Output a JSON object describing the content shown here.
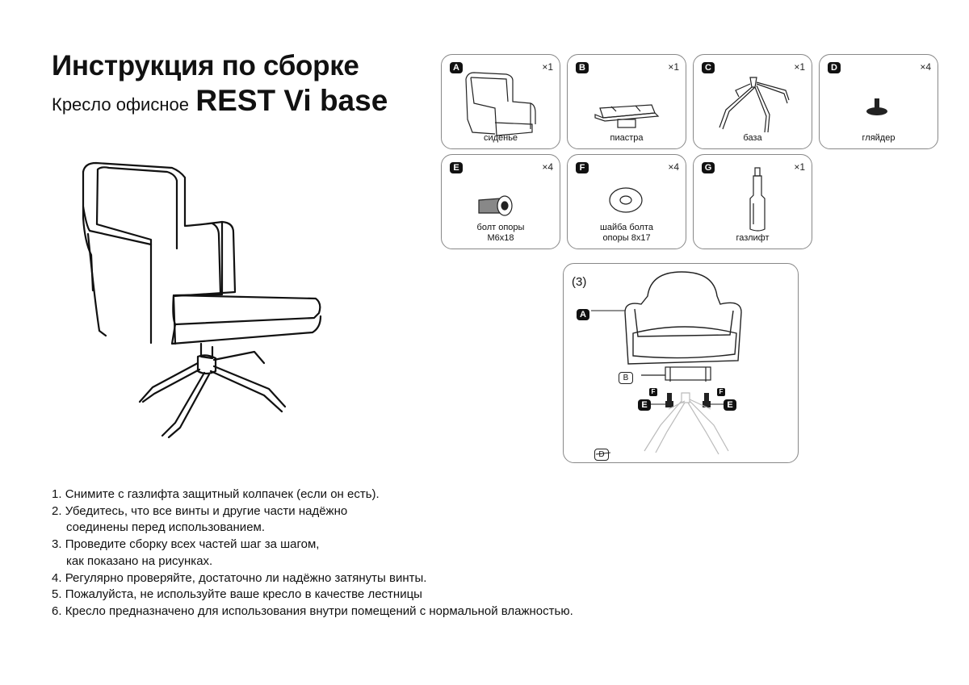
{
  "header": {
    "title": "Инструкция по сборке",
    "subtitle": "Кресло офисное",
    "model": "REST Vi base"
  },
  "parts": [
    {
      "letter": "A",
      "qty": "×1",
      "label": "сиденье",
      "icon": "seat-icon"
    },
    {
      "letter": "B",
      "qty": "×1",
      "label": "пиастра",
      "icon": "plate-icon"
    },
    {
      "letter": "C",
      "qty": "×1",
      "label": "база",
      "icon": "base-icon"
    },
    {
      "letter": "D",
      "qty": "×4",
      "label": "гляйдер",
      "icon": "glider-icon"
    },
    {
      "letter": "E",
      "qty": "×4",
      "label": "болт опоры\nМ6х18",
      "icon": "bolt-icon"
    },
    {
      "letter": "F",
      "qty": "×4",
      "label": "шайба болта\nопоры 8х17",
      "icon": "washer-icon"
    },
    {
      "letter": "G",
      "qty": "×1",
      "label": "газлифт",
      "icon": "gaslift-icon"
    }
  ],
  "step": {
    "number": "(3)",
    "callouts": {
      "a": "A",
      "b": "B",
      "d": "D",
      "e": "E",
      "f": "F"
    }
  },
  "instructions": [
    {
      "num": "1.",
      "text": "Снимите с газлифта защитный колпачек (если он есть)."
    },
    {
      "num": "2.",
      "text": "Убедитесь, что все винты и другие части надёжно",
      "cont": "соединены  перед использованием."
    },
    {
      "num": "3.",
      "text": "Проведите сборку всех частей шаг за шагом,",
      "cont": "как показано на рисунках."
    },
    {
      "num": "4.",
      "text": "Регулярно проверяйте, достаточно ли надёжно затянуты винты."
    },
    {
      "num": "5.",
      "text": "Пожалуйста, не используйте ваше кресло в качестве лестницы"
    },
    {
      "num": "6.",
      "text": " Кресло предназначено для использования внутри помещений с нормальной влажностью."
    }
  ]
}
